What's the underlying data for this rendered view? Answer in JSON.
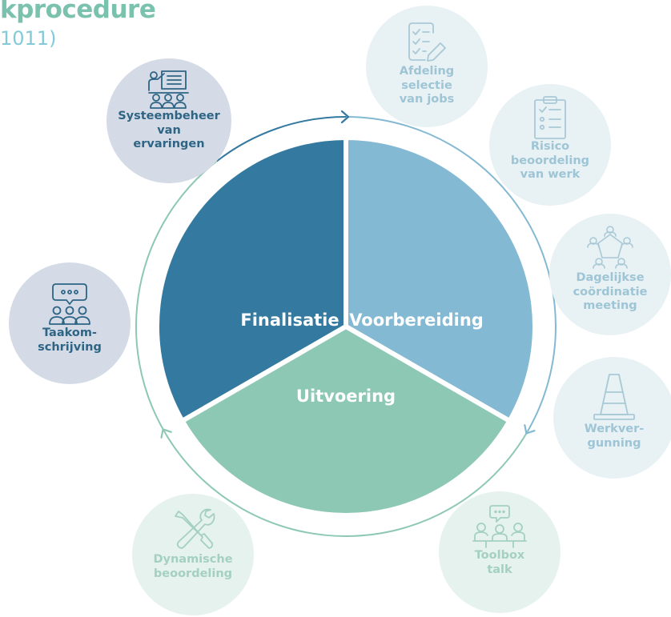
{
  "header": {
    "title": "kprocedure",
    "subtitle": "1011)"
  },
  "cycle": {
    "segments": [
      {
        "label": "Finalisatie",
        "color": "#34799f"
      },
      {
        "label": "Voorbereiding",
        "color": "#84b9d3"
      },
      {
        "label": "Uitvoering",
        "color": "#8dc8b5"
      }
    ]
  },
  "steps": [
    {
      "label": "Systeembeheer\nvan\nervaringen",
      "icon": "presentation-icon",
      "fill": "#d4dae6",
      "text_color": "#2e6585",
      "icon_color": "#2e6585"
    },
    {
      "label": "Afdeling\nselectie\nvan jobs",
      "icon": "checklist-pencil-icon",
      "fill": "#e8f1f4",
      "text_color": "#9ec5d6",
      "icon_color": "#a9c9d7"
    },
    {
      "label": "Risico\nbeoordeling\nvan werk",
      "icon": "clipboard-icon",
      "fill": "#e8f1f4",
      "text_color": "#9ec5d6",
      "icon_color": "#a9c9d7"
    },
    {
      "label": "Dagelijkse\ncoördinatie\nmeeting",
      "icon": "meeting-circle-icon",
      "fill": "#e8f1f4",
      "text_color": "#9ec5d6",
      "icon_color": "#a9c9d7"
    },
    {
      "label": "Werkver-\ngunning",
      "icon": "traffic-cone-icon",
      "fill": "#e8f1f4",
      "text_color": "#9ec5d6",
      "icon_color": "#a9c9d7"
    },
    {
      "label": "Toolbox\ntalk",
      "icon": "toolbox-talk-icon",
      "fill": "#e6f2ee",
      "text_color": "#a4d0c2",
      "icon_color": "#a4d0c2"
    },
    {
      "label": "Dynamische\nbeoordeling",
      "icon": "tools-icon",
      "fill": "#e6f2ee",
      "text_color": "#a4d0c2",
      "icon_color": "#a4d0c2"
    },
    {
      "label": "Taakom-\nschrijving",
      "icon": "discussion-icon",
      "fill": "#d4dae6",
      "text_color": "#2e6585",
      "icon_color": "#2e6585"
    }
  ],
  "arcs": [
    {
      "color": "#34799f"
    },
    {
      "color": "#84b9d3"
    },
    {
      "color": "#8dc8b5"
    }
  ]
}
